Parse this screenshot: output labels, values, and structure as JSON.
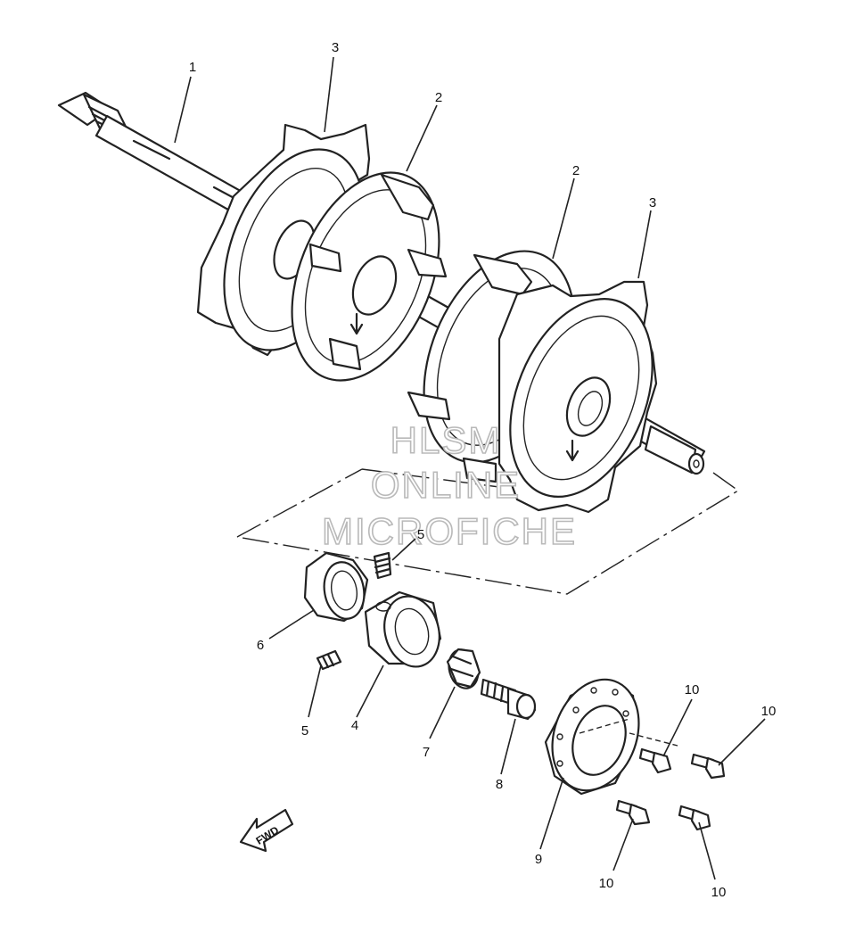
{
  "callouts": [
    {
      "label": "1"
    },
    {
      "label": "3"
    },
    {
      "label": "2"
    },
    {
      "label": "2"
    },
    {
      "label": "3"
    },
    {
      "label": "5"
    },
    {
      "label": "6"
    },
    {
      "label": "5"
    },
    {
      "label": "4"
    },
    {
      "label": "7"
    },
    {
      "label": "8"
    },
    {
      "label": "10"
    },
    {
      "label": "10"
    },
    {
      "label": "9"
    },
    {
      "label": "10"
    },
    {
      "label": "10"
    }
  ],
  "watermark": {
    "line1": "HLSM",
    "line2": "ONLINE",
    "line3": "MICROFICHE"
  },
  "fwd_label": "FWD"
}
